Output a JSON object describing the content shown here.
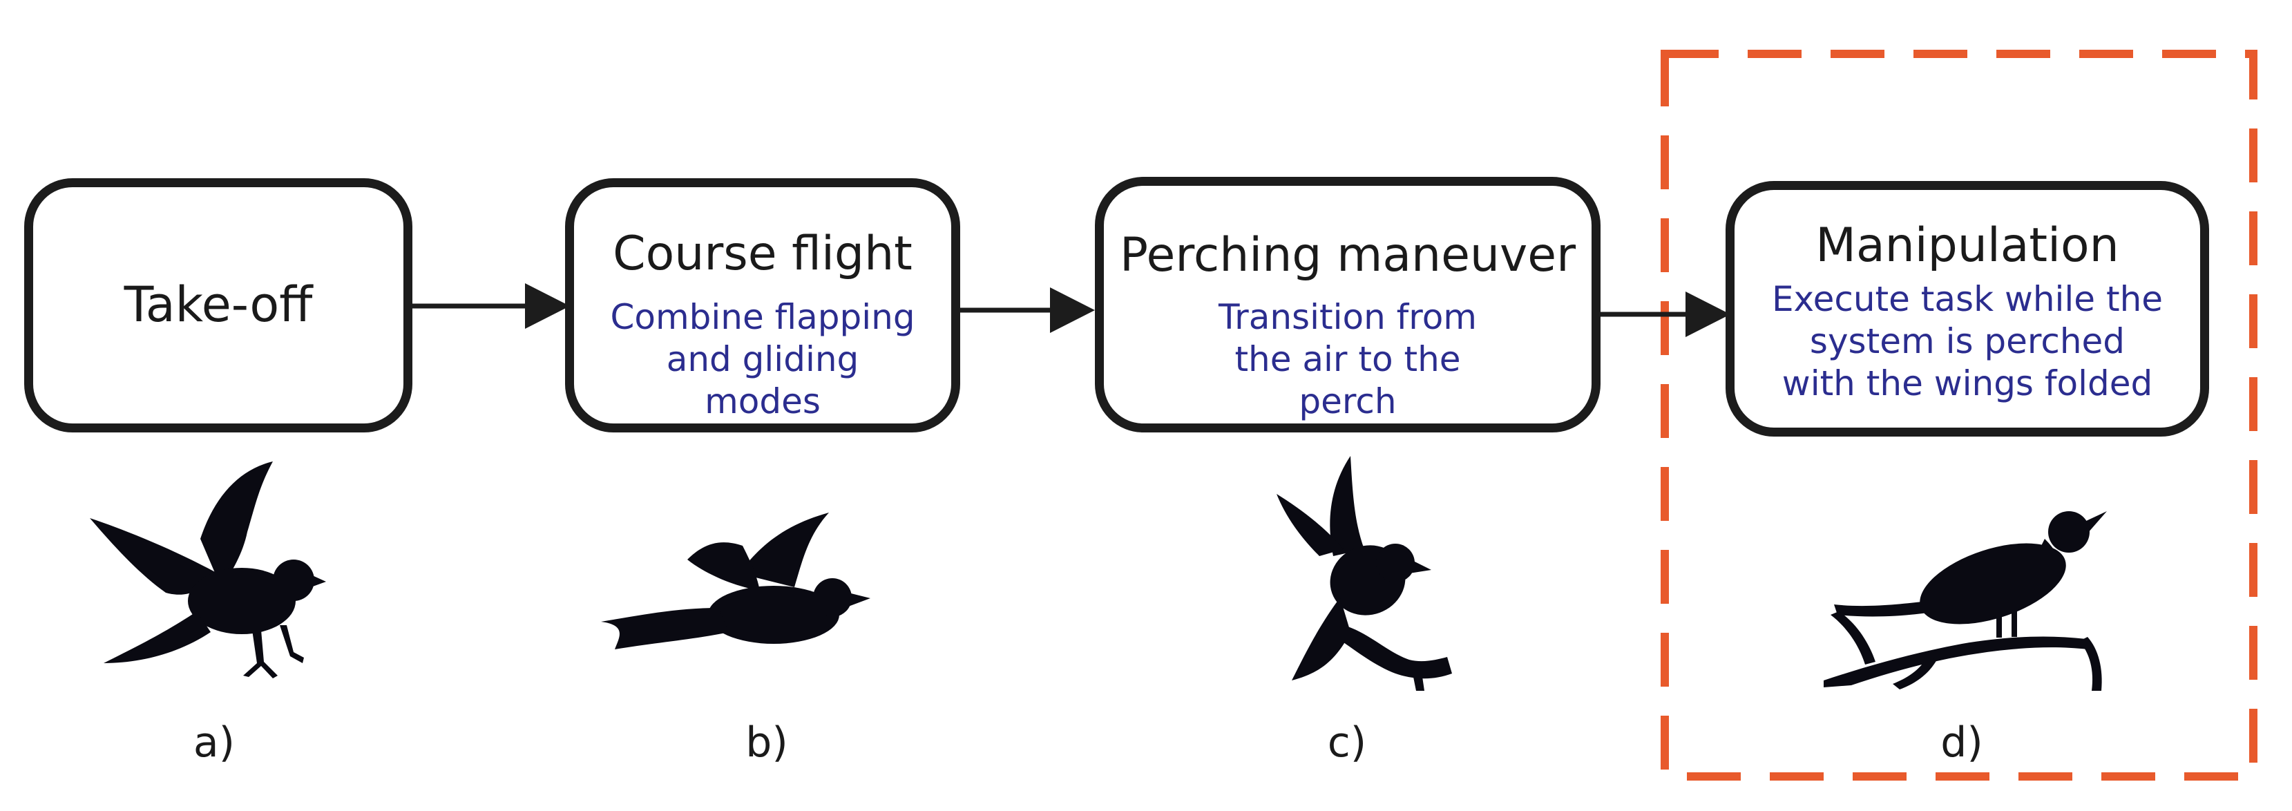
{
  "stages": [
    {
      "title": "Take-off",
      "description": ""
    },
    {
      "title": "Course flight",
      "description": "Combine flapping and gliding modes"
    },
    {
      "title": "Perching maneuver",
      "description": "Transition from the air to the perch"
    },
    {
      "title": "Manipulation",
      "description": "Execute task while the system is perched with the wings folded"
    }
  ],
  "captions": [
    "a)",
    "b)",
    "c)",
    "d)"
  ],
  "colors": {
    "box_border": "#1c1c1c",
    "description_text": "#2b2d8f",
    "highlight_frame": "#e85a2c",
    "silhouette": "#0a0a12"
  },
  "icons": [
    "bird-takeoff-icon",
    "bird-gliding-icon",
    "bird-landing-icon",
    "bird-perched-icon"
  ]
}
